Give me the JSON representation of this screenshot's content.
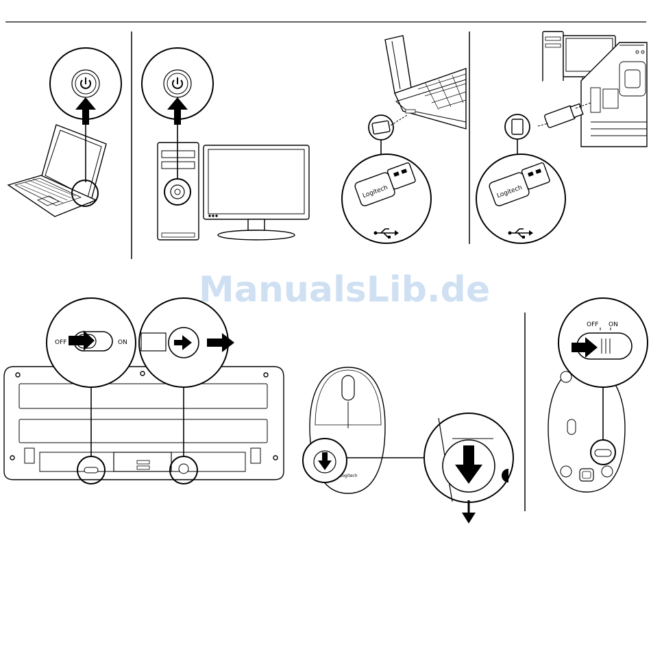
{
  "watermark": "ManualsLib.de",
  "keyboard_switch": {
    "off_label": "OFF",
    "on_label": "ON"
  },
  "mouse_switch": {
    "off_label": "OFF",
    "on_label": "ON"
  },
  "receiver_brand": "Logitech",
  "mouse_brand": "Logitech",
  "colors": {
    "line": "#000000",
    "watermark": "#cfe0f3",
    "background": "#ffffff"
  }
}
